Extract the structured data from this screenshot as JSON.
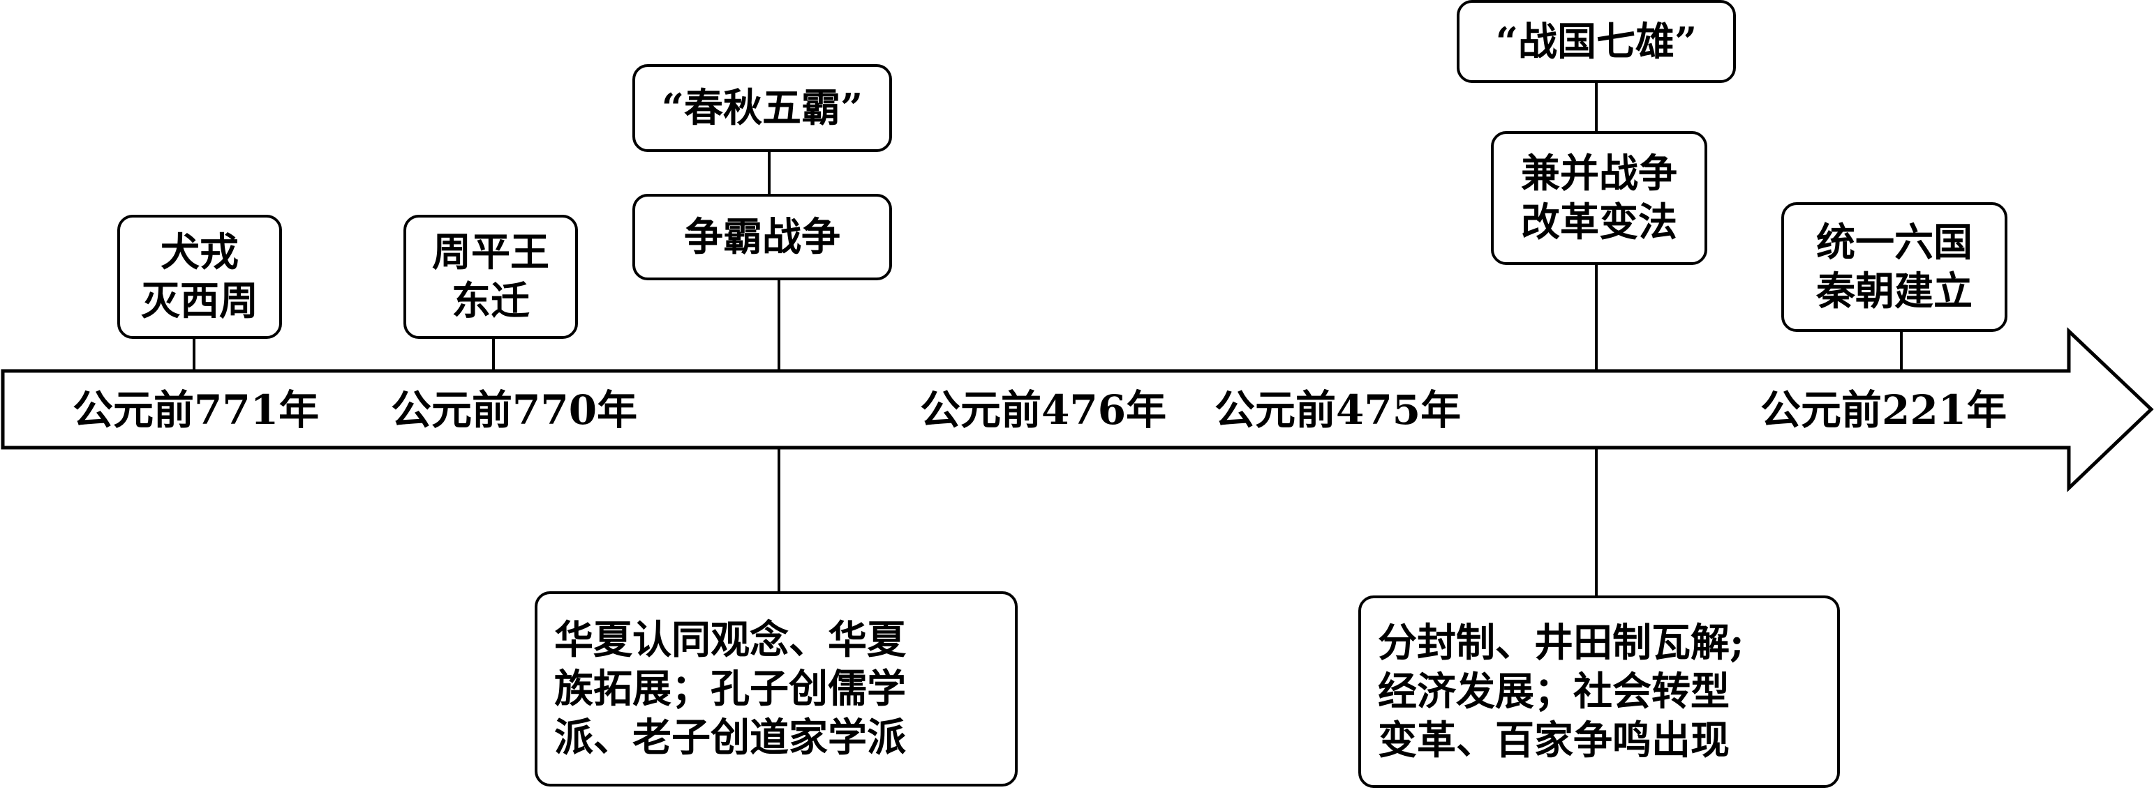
{
  "timeline": {
    "years": [
      "公元前771年",
      "公元前770年",
      "公元前476年",
      "公元前475年",
      "公元前221年"
    ]
  },
  "above": {
    "quanrong": [
      "犬戎",
      "灭西周"
    ],
    "zhoupingwang": [
      "周平王",
      "东迁"
    ],
    "chunqiu_wuba": "“春秋五霸”",
    "zhengba": "争霸战争",
    "zhanguo_qixiong": "“战国七雄”",
    "jianbing": [
      "兼并战争",
      "改革变法"
    ],
    "tongyi": [
      "统一六国",
      "秦朝建立"
    ]
  },
  "below": {
    "chunqiu_result": [
      "华夏认同观念、华夏",
      "族拓展；孔子创儒学",
      "派、老子创道家学派"
    ],
    "zhanguo_result": [
      "分封制、井田制瓦解;",
      "经济发展；社会转型",
      "变革、百家争鸣出现"
    ]
  }
}
